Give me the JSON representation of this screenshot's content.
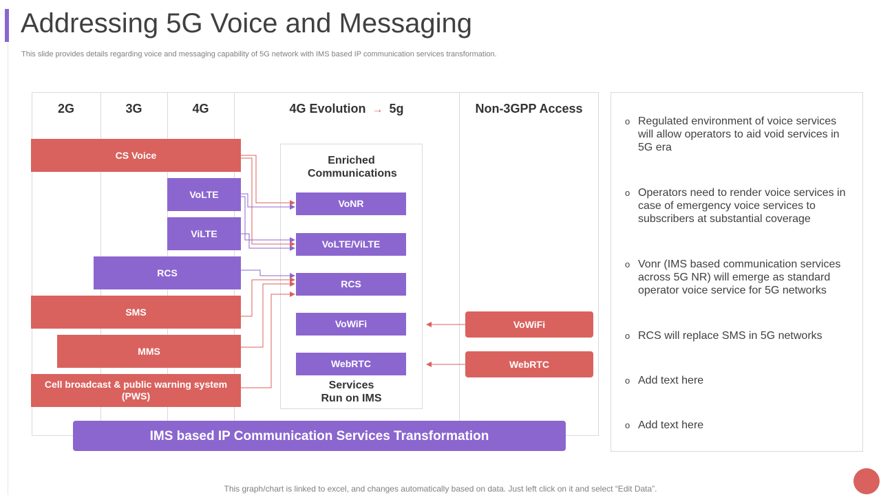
{
  "title": "Addressing 5G Voice and Messaging",
  "subtitle": "This slide provides details regarding voice and messaging capability of 5G network with IMS based IP communication services transformation.",
  "colors": {
    "red": "#d9625e",
    "purple": "#8b66cf",
    "accent": "#8b66cf",
    "circle": "#d9625e"
  },
  "diagram": {
    "columns": [
      "2G",
      "3G",
      "4G"
    ],
    "evolution": {
      "from": "4G Evolution",
      "arrow": "→",
      "to": "5g"
    },
    "non3gpp": "Non-3GPP Access",
    "left_bars": {
      "cs_voice": "CS Voice",
      "volte": "VoLTE",
      "vilte": "ViLTE",
      "rcs": "RCS",
      "sms": "SMS",
      "mms": "MMS",
      "cell_broadcast": "Cell broadcast & public warning system (PWS)"
    },
    "enriched_title": "Enriched Communications",
    "services": {
      "vonr": "VoNR",
      "volte_vilte": "VoLTE/ViLTE",
      "rcs": "RCS",
      "vowifi": "VoWiFi",
      "webrtc": "WebRTC"
    },
    "services_footer": "Services Run on IMS",
    "non3gpp_bars": {
      "vowifi": "VoWiFi",
      "webrtc": "WebRTC"
    },
    "ims_banner": "IMS based IP Communication Services Transformation"
  },
  "info": {
    "bullet": "o",
    "items": [
      "Regulated environment of voice services will allow operators to aid void services in 5G era",
      "Operators need to render voice services in case of emergency voice services to subscribers at substantial coverage",
      "Vonr (IMS based communication services across 5G NR) will emerge as standard operator voice service for 5G networks",
      "RCS will replace SMS in 5G networks",
      "Add text here",
      "Add text here"
    ]
  },
  "footer": "This graph/chart is linked to excel, and changes automatically based on data. Just left click on it and select “Edit Data”."
}
